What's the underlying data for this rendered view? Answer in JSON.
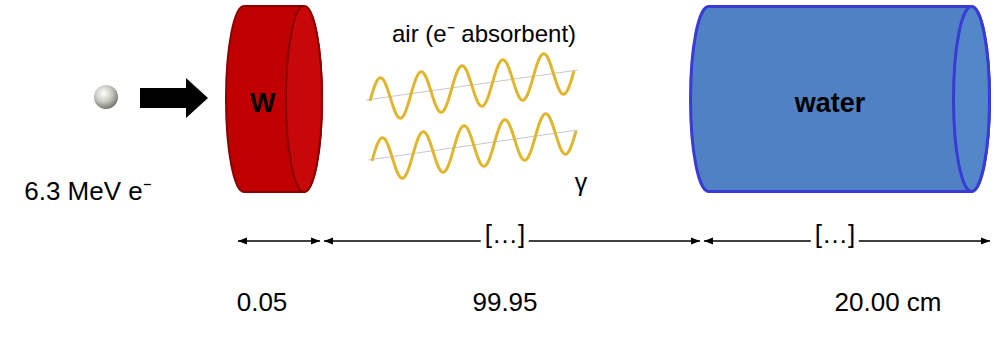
{
  "diagram": {
    "nodes": [
      {
        "text": [
          "W"
        ]
      },
      {
        "text": [
          "water"
        ]
      }
    ],
    "labels": [
      "6.3 MeV e⁻",
      "air (e⁻ absorbent)",
      "γ",
      "[…]",
      "[…]",
      "0.05",
      "99.95",
      "20.00 cm"
    ]
  }
}
